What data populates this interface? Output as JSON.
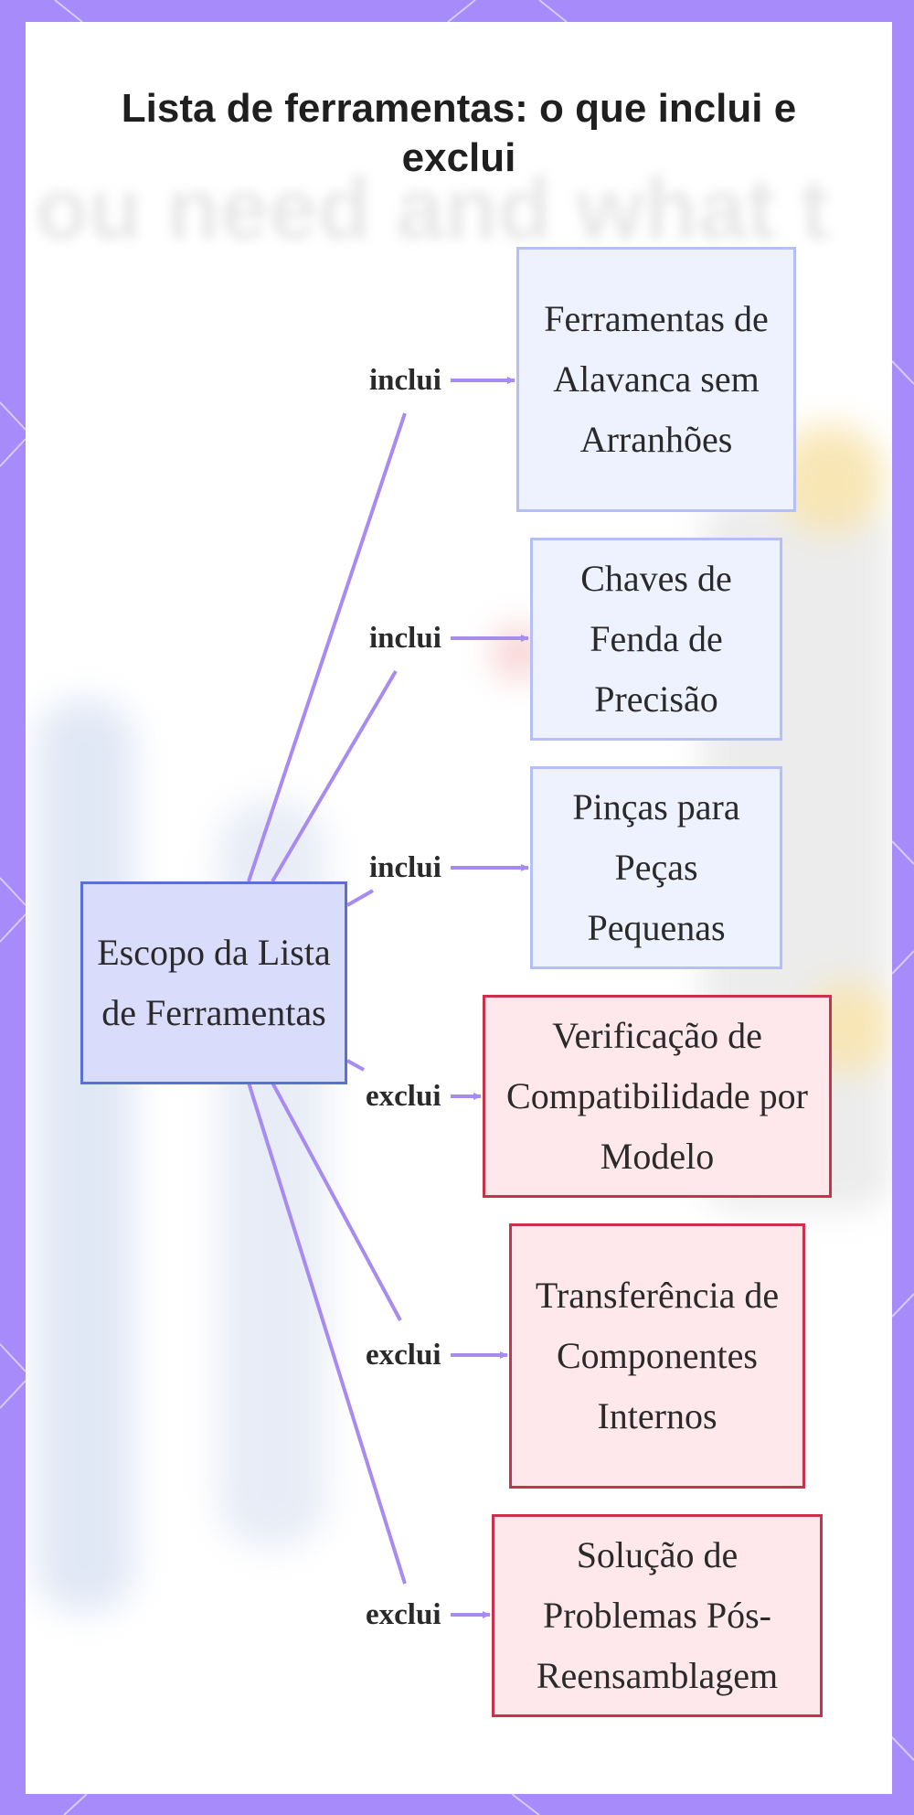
{
  "title": "Lista de ferramentas: o que inclui e exclui",
  "background_text": "ou need and what t",
  "colors": {
    "frame": "#a78bfa",
    "edge": "#a78bf0",
    "root_fill": "#d9dcfb",
    "root_border": "#5a6fd8",
    "include_fill": "#eef2ff",
    "include_border": "#b4bff5",
    "exclude_fill": "#ffe8ec",
    "exclude_border": "#c8324a"
  },
  "diagram": {
    "root": {
      "label": "Escopo da Lista de Ferramentas"
    },
    "branches": [
      {
        "relation": "inclui",
        "target": "Ferramentas de Alavanca sem Arranhões",
        "kind": "include"
      },
      {
        "relation": "inclui",
        "target": "Chaves de Fenda de Precisão",
        "kind": "include"
      },
      {
        "relation": "inclui",
        "target": "Pinças para Peças Pequenas",
        "kind": "include"
      },
      {
        "relation": "exclui",
        "target": "Verificação de Compatibilidade por Modelo",
        "kind": "exclude"
      },
      {
        "relation": "exclui",
        "target": "Transferência de Componentes Internos",
        "kind": "exclude"
      },
      {
        "relation": "exclui",
        "target": "Solução de Problemas Pós-Reensamblagem",
        "kind": "exclude"
      }
    ]
  }
}
